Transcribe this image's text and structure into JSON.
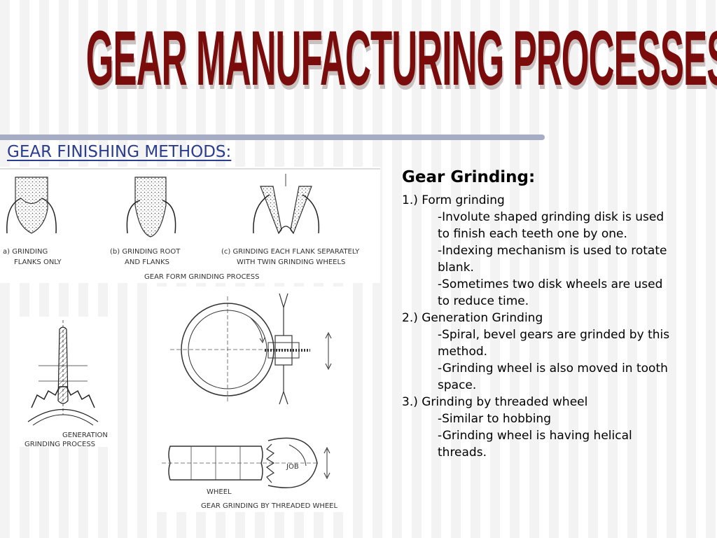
{
  "title": "GEAR MANUFACTURING PROCESSES",
  "section_heading": "GEAR FINISHING METHODS:",
  "figures": {
    "form": {
      "caption_a1": "a) GRINDING",
      "caption_a2": "FLANKS ONLY",
      "caption_b1": "(b) GRINDING ROOT",
      "caption_b2": "AND FLANKS",
      "caption_c1": "(c) GRINDING EACH FLANK SEPARATELY",
      "caption_c2": "WITH TWIN GRINDING WHEELS",
      "title": "GEAR FORM GRINDING PROCESS"
    },
    "generation": {
      "caption_1": "GENERATION",
      "caption_2": "GRINDING PROCESS"
    },
    "threaded": {
      "job_label": "JOB",
      "wheel_label": "WHEEL",
      "title": "GEAR GRINDING BY THREADED WHEEL"
    }
  },
  "content": {
    "heading": "Gear Grinding:",
    "items": [
      {
        "label": "1.) Form grinding",
        "subs": [
          "-Involute shaped grinding disk is used to finish each teeth one by one.",
          "-Indexing mechanism is used to rotate blank.",
          "-Sometimes two disk wheels are used to reduce time."
        ]
      },
      {
        "label": "2.) Generation Grinding",
        "subs": [
          "-Spiral, bevel gears are grinded by this method.",
          "-Grinding wheel is also moved in tooth space."
        ]
      },
      {
        "label": "3.) Grinding by threaded wheel",
        "subs": [
          "-Similar to hobbing",
          "-Grinding wheel is having helical threads."
        ]
      }
    ]
  },
  "colors": {
    "title": "#7a0c0c",
    "section_heading": "#2a3d8f",
    "rule": "#a5acc4"
  }
}
